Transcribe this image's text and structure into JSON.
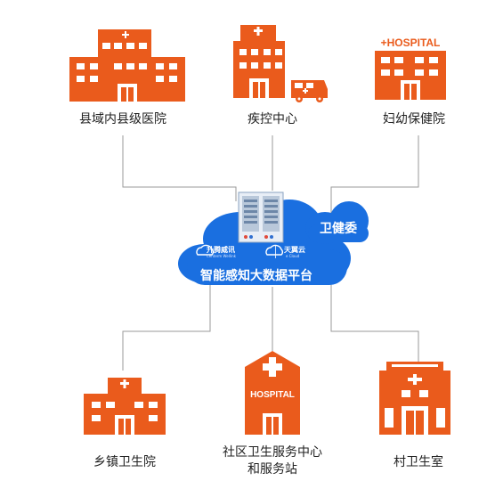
{
  "top_nodes": [
    {
      "label": "县域内县级医院",
      "icon": "county-hospital-icon"
    },
    {
      "label": "疾控中心",
      "icon": "cdc-building-ambulance-icon"
    },
    {
      "label": "妇幼保健院",
      "icon": "maternal-child-hospital-icon"
    }
  ],
  "bottom_nodes": [
    {
      "label": "乡镇卫生院",
      "icon": "township-clinic-icon"
    },
    {
      "label_line1": "社区卫生服务中心",
      "label_line2": "和服务站",
      "icon": "community-health-center-icon"
    },
    {
      "label": "村卫生室",
      "icon": "village-clinic-icon"
    }
  ],
  "center": {
    "title": "智能感知大数据平台",
    "side_cloud_label": "卫健委",
    "brand_left": "升腾威讯",
    "brand_left_sub": "Centerm Wellink",
    "brand_right": "天翼云",
    "brand_right_sub": "e Cloud",
    "icon": "server-icon"
  },
  "hospital_signs": {
    "top_right": "+HOSPITAL",
    "bottom_center": "HOSPITAL"
  },
  "colors": {
    "building": "#ea5b1c",
    "cloud": "#1a6fe0",
    "cloud_light": "#3b8bf0",
    "connector": "#9a9a9a"
  }
}
